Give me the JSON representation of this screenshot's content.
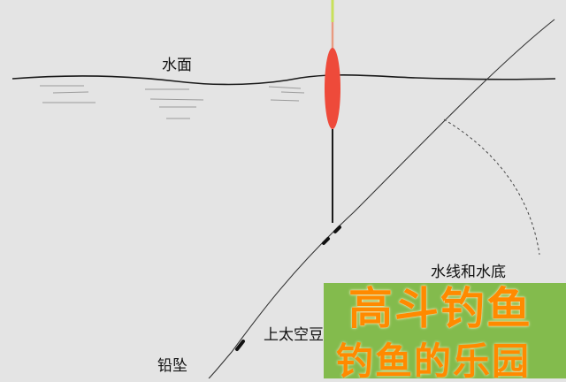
{
  "labels": {
    "water_surface": "水面",
    "line_and_bottom": "水线和水底",
    "hollow_top": "上太空豆",
    "sinker": "铅坠"
  },
  "watermark": {
    "line1": "高斗钓鱼",
    "line2": "钓鱼的乐园"
  },
  "colors": {
    "background": "#e4e4e4",
    "float_body": "#ee4a3a",
    "float_tip": "#c8e05a",
    "line": "#333333",
    "watermark_bg": "#7cb842",
    "watermark_text": "#ff8a00"
  }
}
